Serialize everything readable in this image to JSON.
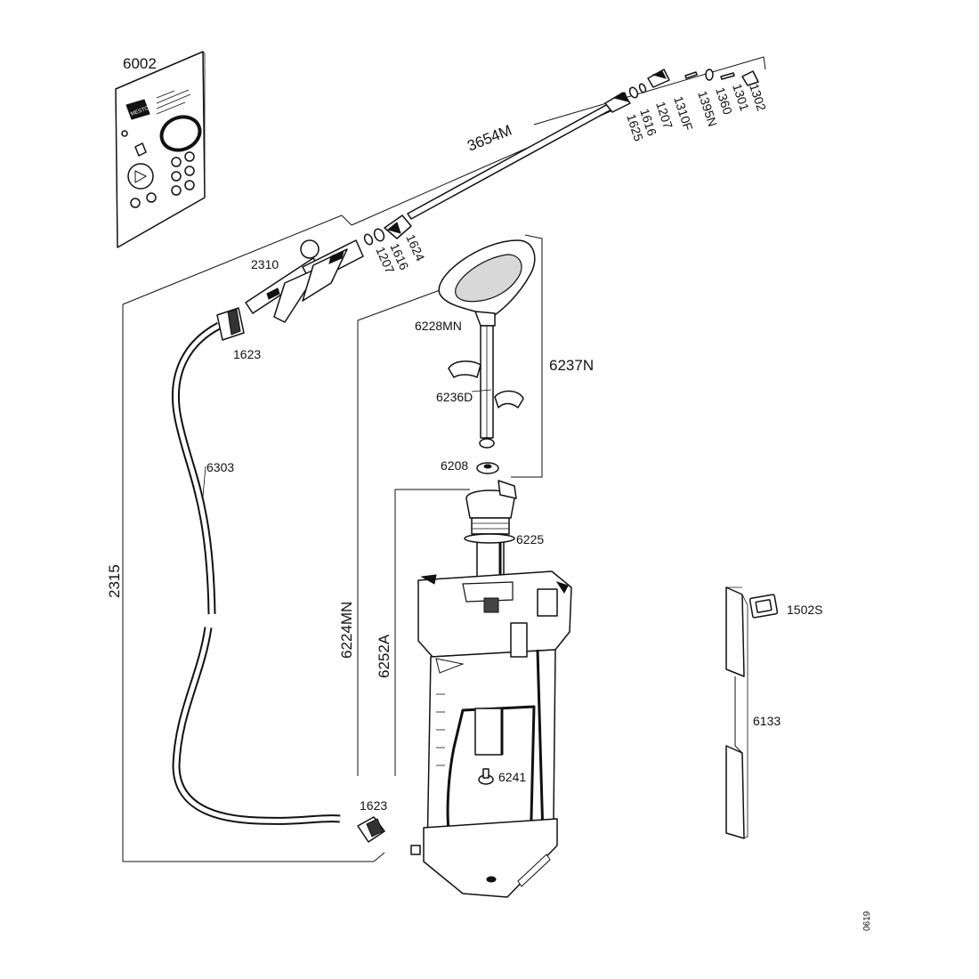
{
  "labels": {
    "service_kit": "6002",
    "lance": "3654M",
    "handle_valve": "2310",
    "hose_nut_top": "1623",
    "hose_nut_bottom": "1623",
    "hose": "6303",
    "hose_assembly": "2315",
    "lance_nut": "1624",
    "lance_washer": "1616",
    "lance_oring": "1207",
    "nozzle_nut": "1625",
    "nozzle_washer": "1616",
    "nozzle_oring": "1207",
    "nozzle_body": "1310F",
    "nozzle_insert": "1395N",
    "nozzle_seal": "1360",
    "nozzle_pin": "1301",
    "nozzle_tip": "1302",
    "pump_handle": "6228MN",
    "pump_assembly": "6237N",
    "pump_clips": "6236D",
    "pump_seal": "6208",
    "tank_oring": "6225",
    "pump_complete": "6224MN",
    "tank": "6252A",
    "valve": "6241",
    "strap": "6133",
    "strap_buckle": "1502S",
    "drawing_number": "0619"
  },
  "kit_card": {
    "brand_logo": "MESTO"
  }
}
